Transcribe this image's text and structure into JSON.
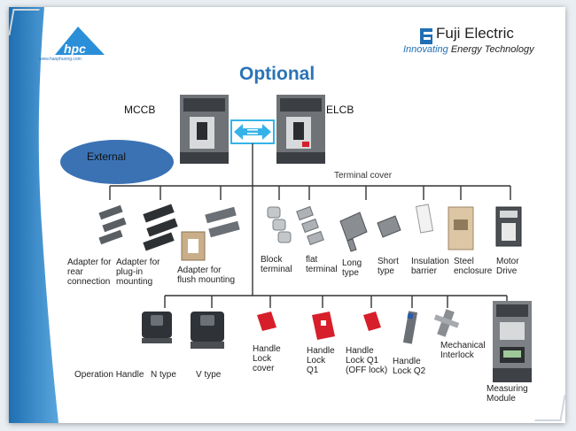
{
  "title": "Optional",
  "brand": {
    "company": "Fuji Electric",
    "tagline_prefix": "Innovating ",
    "tagline_suffix": "Energy Technology",
    "logo_text": "hpc",
    "logo_url": "www.haophuong.com"
  },
  "devices": {
    "mccb": "MCCB",
    "elcb": "ELCB",
    "swap_icon": "double-arrow-icon"
  },
  "external_label": "External",
  "terminal_cover_label": "Terminal cover",
  "top_row": [
    {
      "label": "Adapter for\nrear\nconnection",
      "icon": "rear-adapter-icon"
    },
    {
      "label": "Adapter for\nplug-in\nmounting",
      "icon": "plugin-adapter-icon"
    },
    {
      "label": "Adapter for\nflush mounting",
      "icon": "flush-adapter-icon"
    },
    {
      "label": "Block\nterminal",
      "icon": "block-terminal-icon"
    },
    {
      "label": "flat\nterminal",
      "icon": "flat-terminal-icon"
    },
    {
      "label": "Long\ntype",
      "icon": "long-cover-icon"
    },
    {
      "label": "Short\ntype",
      "icon": "short-cover-icon"
    },
    {
      "label": "Insulation\nbarrier",
      "icon": "insulation-barrier-icon"
    },
    {
      "label": "Steel\nenclosure",
      "icon": "steel-enclosure-icon"
    },
    {
      "label": "Motor\nDrive",
      "icon": "motor-drive-icon"
    }
  ],
  "bottom_row": [
    {
      "label": "Operation Handle",
      "icon": "operation-handle-icon"
    },
    {
      "label": "N type",
      "icon": "n-type-handle-icon"
    },
    {
      "label": "V type",
      "icon": "v-type-handle-icon"
    },
    {
      "label": "Handle\nLock\ncover",
      "icon": "handle-lock-cover-icon"
    },
    {
      "label": "Handle\nLock\nQ1",
      "icon": "handle-lock-q1-icon"
    },
    {
      "label": "Handle\nLock Q1\n(OFF lock)",
      "icon": "handle-lock-q1-off-icon"
    },
    {
      "label": "Handle\nLock Q2",
      "icon": "handle-lock-q2-icon"
    },
    {
      "label": "Mechanical\nInterlock",
      "icon": "mechanical-interlock-icon"
    },
    {
      "label": "Measuring\nModule",
      "icon": "measuring-module-icon"
    }
  ],
  "colors": {
    "title": "#2a74b6",
    "stripe": "#2f86c9",
    "external_fill": "#3a72b4",
    "handle_lock_red": "#d61f2a",
    "connector": "#333333"
  }
}
